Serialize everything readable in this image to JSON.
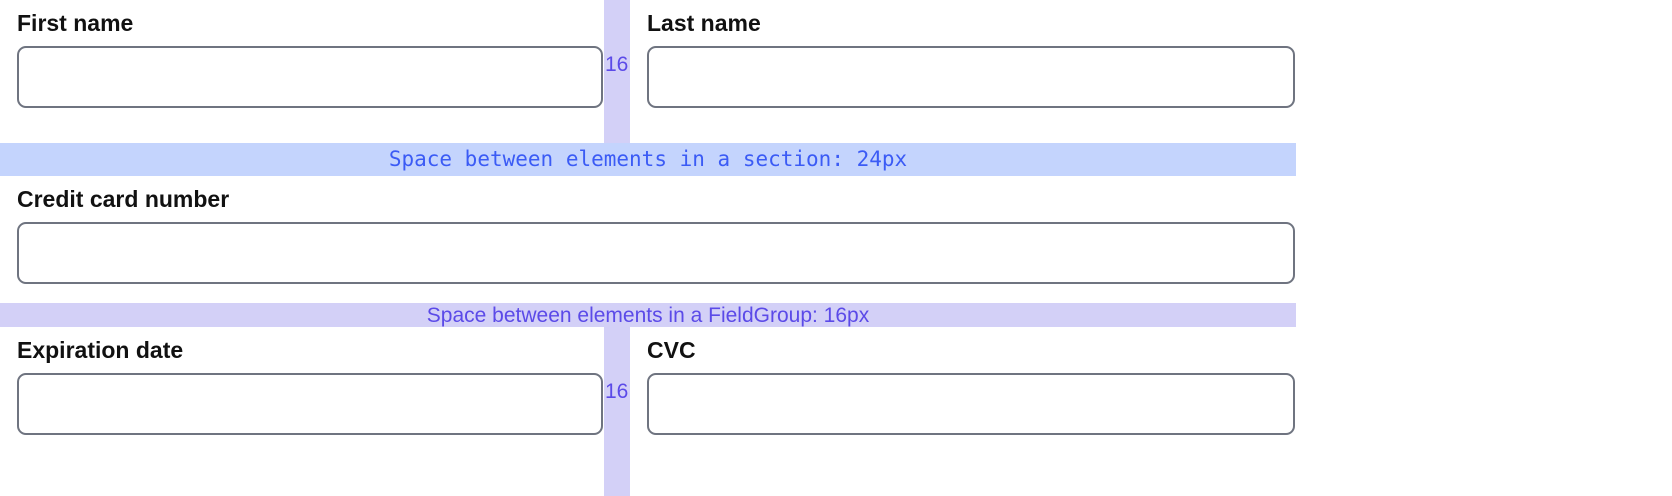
{
  "form": {
    "rows": [
      {
        "id": "name-row",
        "type": "pair",
        "left": {
          "name": "first-name",
          "label": "First name",
          "value": "",
          "placeholder": ""
        },
        "gap": {
          "name": "gap-first-last",
          "value": "16"
        },
        "right": {
          "name": "last-name",
          "label": "Last name",
          "value": "",
          "placeholder": ""
        }
      },
      {
        "id": "credit-card-row",
        "type": "single",
        "field": {
          "name": "credit-card-number",
          "label": "Credit card number",
          "value": "",
          "placeholder": ""
        }
      },
      {
        "id": "expiry-cvc-row",
        "type": "pair",
        "left": {
          "name": "expiration-date",
          "label": "Expiration date",
          "value": "",
          "placeholder": ""
        },
        "gap": {
          "name": "gap-expiry-cvc",
          "value": "16"
        },
        "right": {
          "name": "cvc",
          "label": "CVC",
          "value": "",
          "placeholder": ""
        }
      }
    ]
  },
  "annotations": {
    "section_spacing": {
      "text": "Space between elements in a section: 24px",
      "value": "24px",
      "background": "#c4d4fd",
      "color": "#3b5bf5"
    },
    "fieldgroup_spacing": {
      "text": "Space between elements in a FieldGroup: 16px",
      "value": "16px",
      "background": "#d3d0f7",
      "color": "#5b4ae8"
    },
    "gap_marker": {
      "value": "16",
      "background": "#d3d0f7",
      "color": "#5b4ae8"
    }
  },
  "colors": {
    "input_border": "#6f7480",
    "label_text": "#111111",
    "page_background": "#ffffff",
    "section_band": "#c4d4fd",
    "fieldgroup_band": "#d3d0f7",
    "section_text": "#3b5bf5",
    "fieldgroup_text": "#5b4ae8"
  }
}
